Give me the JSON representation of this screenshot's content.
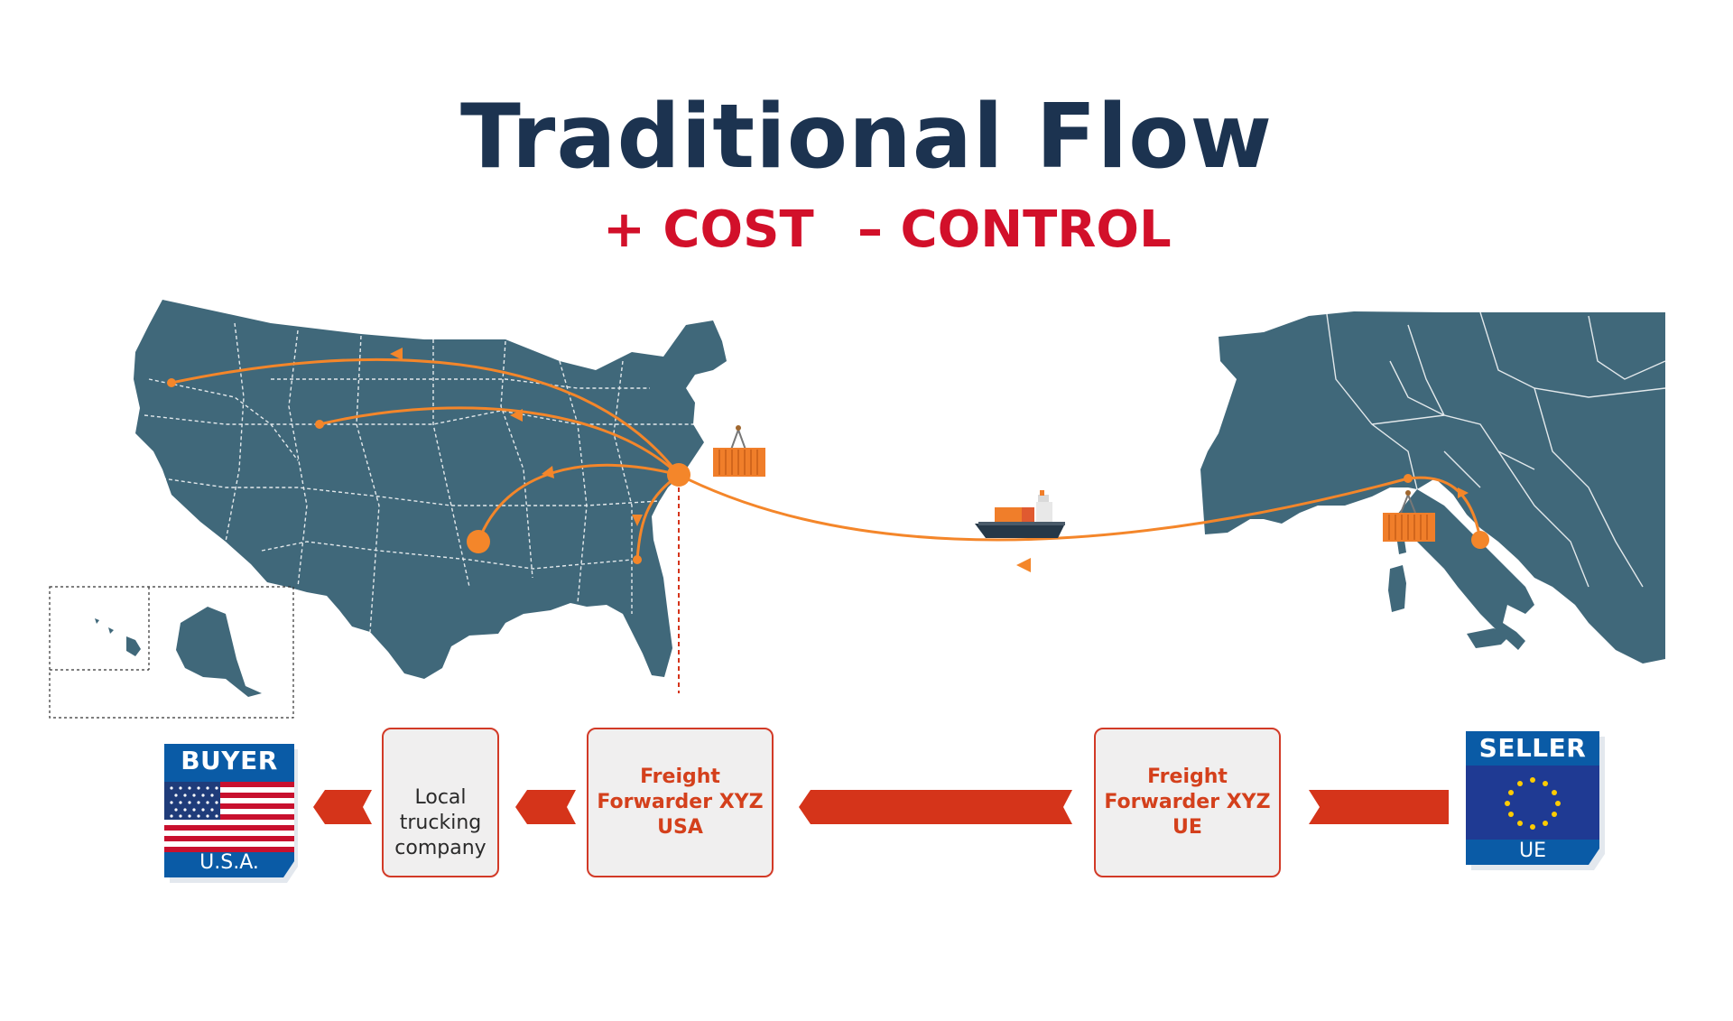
{
  "title": "Traditional Flow",
  "subtitle": {
    "cost": "+ COST",
    "control": "– CONTROL"
  },
  "colors": {
    "title": "#1c3350",
    "accent_red": "#d2102a",
    "map": "#40687a",
    "route": "#f4862a",
    "arrow": "#d5341a",
    "box_border": "#d23a27",
    "box_bg": "#f0efef",
    "badge_blue": "#0a5ba6"
  },
  "buyer": {
    "heading": "BUYER",
    "country": "U.S.A.",
    "flag": "usa-flag-icon"
  },
  "seller": {
    "heading": "SELLER",
    "region": "UE",
    "flag": "eu-flag-icon"
  },
  "trucking": {
    "line1": "Local",
    "line2": "trucking",
    "line3": "company",
    "icon": "truck-icon"
  },
  "forwarder_usa": {
    "line1": "Freight",
    "line2": "Forwarder XYZ",
    "line3": "USA"
  },
  "forwarder_ue": {
    "line1": "Freight",
    "line2": "Forwarder XYZ",
    "line3": "UE"
  },
  "icons": [
    "container-icon",
    "cargo-ship-icon",
    "truck-icon",
    "usa-flag-icon",
    "eu-flag-icon",
    "arrow-left-icon"
  ]
}
